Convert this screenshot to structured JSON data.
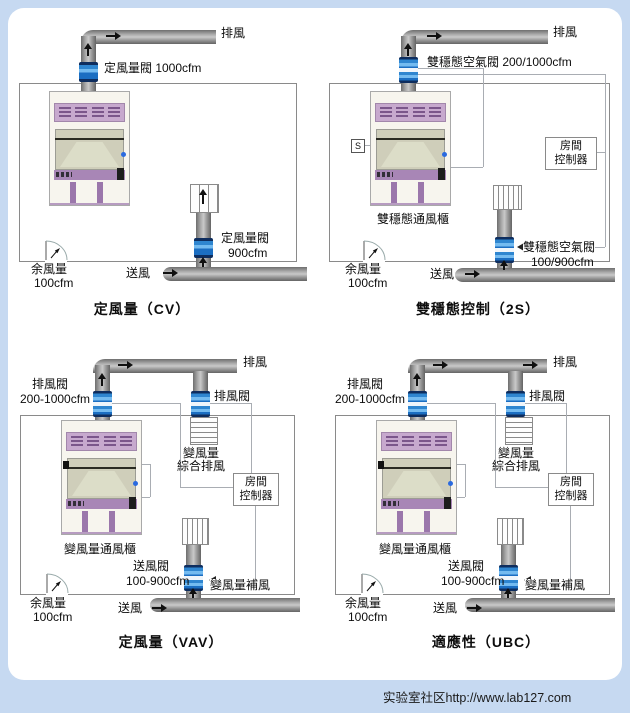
{
  "watermark": "实验室社区http://www.lab127.com",
  "colors": {
    "background": "#c6d9f1",
    "panel": "#ffffff",
    "duct_grey": "#9c9c9c",
    "valve_blue": "#2f86d0",
    "hood_purple": "#a886b6",
    "wall_grey": "#8a8a8a"
  },
  "q": {
    "cv": {
      "title": "定風量（CV）",
      "exhaust": "排風",
      "supply": "送風",
      "exhaust_valve": "定風量閥 1000cfm",
      "supply_valve_l1": "定風量閥",
      "supply_valve_l2": "900cfm",
      "door_l1": "余風量",
      "door_l2": "100cfm"
    },
    "s2": {
      "title": "雙穩態控制（2S）",
      "exhaust": "排風",
      "supply": "送風",
      "exhaust_valve": "雙穩態空氣閥 200/1000cfm",
      "supply_valve_l1": "雙穩態空氣閥",
      "supply_valve_l2": "100/900cfm",
      "hood": "雙穩態通風櫃",
      "sensor": "S",
      "controller_l1": "房間",
      "controller_l2": "控制器",
      "door_l1": "余風量",
      "door_l2": "100cfm"
    },
    "vav": {
      "title": "定風量（VAV）",
      "exhaust": "排風",
      "supply": "送風",
      "exhaust_valve_l1": "排風閥",
      "exhaust_valve_l2": "200-1000cfm",
      "branch_valve": "排風閥",
      "grille_l1": "變風量",
      "grille_l2": "綜合排風",
      "hood": "變風量通風櫃",
      "supply_valve_l1": "送風閥",
      "supply_valve_l2": "100-900cfm",
      "makeup": "變風量補風",
      "controller_l1": "房間",
      "controller_l2": "控制器",
      "door_l1": "余風量",
      "door_l2": "100cfm"
    },
    "ubc": {
      "title": "適應性（UBC）",
      "exhaust": "排風",
      "supply": "送風",
      "exhaust_valve_l1": "排風閥",
      "exhaust_valve_l2": "200-1000cfm",
      "branch_valve": "排風閥",
      "grille_l1": "變風量",
      "grille_l2": "綜合排風",
      "hood": "變風量通風櫃",
      "supply_valve_l1": "送風閥",
      "supply_valve_l2": "100-900cfm",
      "makeup": "變風量補風",
      "controller_l1": "房間",
      "controller_l2": "控制器",
      "door_l1": "余風量",
      "door_l2": "100cfm"
    }
  }
}
